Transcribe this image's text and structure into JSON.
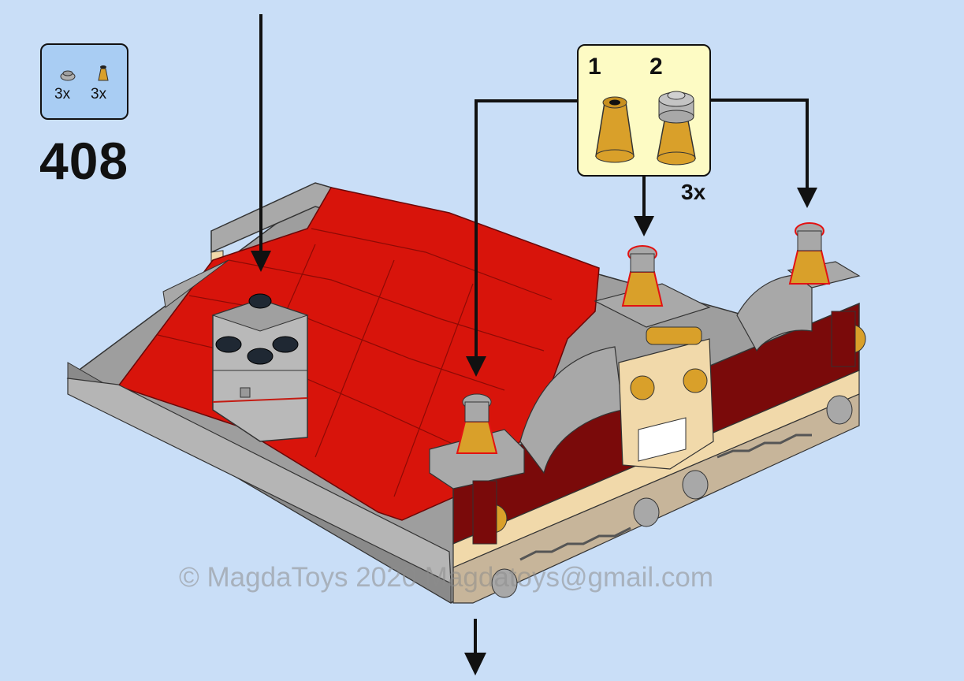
{
  "parts_list": {
    "items": [
      {
        "icon": "round-plate-icon",
        "color": "#a0a0a0",
        "quantity": "3x"
      },
      {
        "icon": "cone-icon",
        "color": "#d9a02a",
        "quantity": "3x"
      }
    ]
  },
  "step": {
    "number": "408"
  },
  "callout": {
    "sub_steps": [
      {
        "number": "1",
        "icon": "cone-icon"
      },
      {
        "number": "2",
        "icon": "cone-with-plate-icon"
      }
    ],
    "multiplier": "3x"
  },
  "watermark": "© MagdaToys 2020 Magdatoys@gmail.com",
  "colors": {
    "background": "#c9def7",
    "parts_box": "#a9cdf3",
    "callout_box": "#fdfbc4",
    "roof_red": "#d8140b",
    "dark_red": "#7a0a0a",
    "light_gray": "#a8a8a8",
    "tan": "#f1d9aa",
    "gold": "#d9a02a"
  }
}
